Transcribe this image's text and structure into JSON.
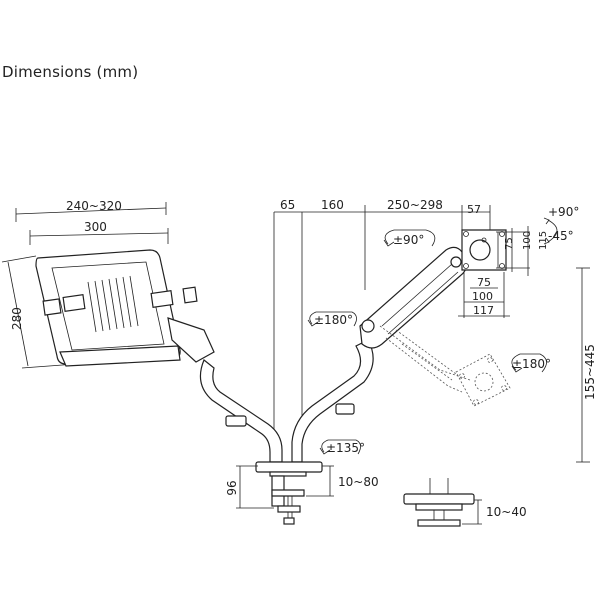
{
  "title": "Dimensions (mm)",
  "labels": {
    "laptop_width": "240~320",
    "laptop_inner": "300",
    "laptop_depth": "280",
    "offset_65": "65",
    "offset_160": "160",
    "arm_reach": "250~298",
    "head_57": "57",
    "tilt_up": "+90°",
    "tilt_down": "-45°",
    "rotate_90": "±90°",
    "vesa_75_v": "75",
    "vesa_100_v": "100",
    "vesa_115_v": "115",
    "vesa_75_h": "75",
    "vesa_100_h": "100",
    "vesa_117_h": "117",
    "swivel_left": "±180°",
    "swivel_right": "±180°",
    "base_swivel": "±135°",
    "height_range": "155~445",
    "clamp_height": "96",
    "clamp_range": "10~80",
    "grommet_range": "10~40"
  }
}
